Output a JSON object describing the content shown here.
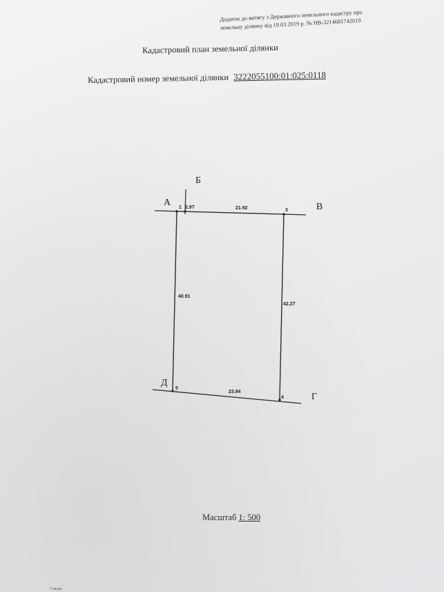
{
  "annex_note": {
    "line1": "Додаток до витягу з Державного земельного кадастру про",
    "line2": "земельну ділянку від 19.03.2019 р. № НВ-3214681742019"
  },
  "title": "Кадастровий план земельної ділянки",
  "cadastral": {
    "label": "Кадастровий номер земельної ділянки",
    "number": "3222055100:01:025:0118"
  },
  "plan": {
    "neighbors": {
      "a": "А",
      "b": "Б",
      "v": "В",
      "g": "Г",
      "d": "Д"
    },
    "points": {
      "p1": "1",
      "p3": "3",
      "p4": "4",
      "p5": "5"
    },
    "distances": {
      "d12": "2.97",
      "d23": "21.92",
      "d34": "42.27",
      "d45": "23.94",
      "d51": "40.91"
    }
  },
  "scale": {
    "label": "Масштаб",
    "value": "1: 500"
  },
  "footer": "Створе"
}
